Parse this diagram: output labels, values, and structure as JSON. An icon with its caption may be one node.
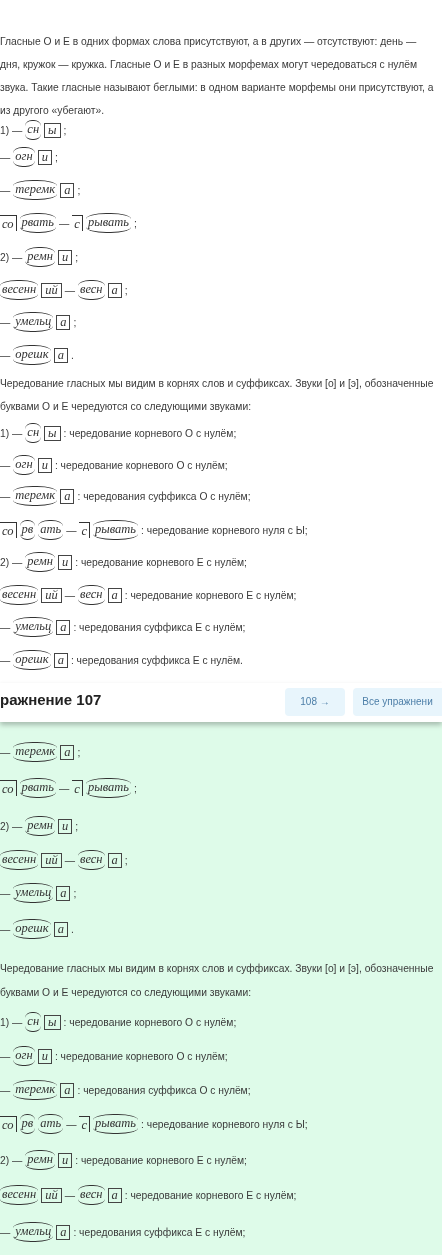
{
  "diagram": {
    "labels": [
      "Гласные О и Е в одних формах слова присутствуют, а в других — отсутствуют: день — дня, кружок — кружка. Гласные О и Е в разных морфемах могут чередоваться с нулём звука. Такие гласные называют беглыми: в одном варианте морфемы они присутствуют, а из другого «убегают».",
      "1) —",
      "сн",
      "ы",
      ";",
      "—",
      "огн",
      "и",
      ";",
      "—",
      "теремк",
      "а",
      ";",
      "со",
      "рвать",
      "—",
      "с",
      "рывать",
      ";",
      "2) —",
      "ремн",
      "и",
      ";",
      "весенн",
      "ий",
      "—",
      "весн",
      "а",
      ";",
      "—",
      "умельц",
      "а",
      ";",
      "—",
      "орешк",
      "а",
      ".",
      "Чередование гласных мы видим в корнях слов и суффиксах. Звуки [о] и [э], обозначенные буквами О и Е чередуются со следующими звуками:",
      "1) —",
      "сн",
      "ы",
      ": чередование корневого О с нулём;",
      "—",
      "огн",
      "и",
      ": чередование корневого О с нулём;",
      "—",
      "теремк",
      "а",
      ": чередования суффикса О с нулём;",
      "со",
      "рв",
      "ать",
      "—",
      "с",
      "рывать",
      ": чередование корневого нуля с Ы;",
      "2) —",
      "ремн",
      "и",
      ": чередование корневого Е с нулём;",
      "весенн",
      "ий",
      "—",
      "весн",
      "а",
      ": чередование корневого Е с нулём;",
      "—",
      "умельц",
      "а",
      ": чередования суффикса Е с нулём;",
      "—",
      "орешк",
      "а",
      ": чередования суффикса Е с нулём.",
      "ражнение 107",
      "108 →",
      "Все упражнени",
      "—",
      "теремк",
      "а",
      ";",
      "со",
      "рвать",
      "—",
      "с",
      "рывать",
      ";",
      "2) —",
      "ремн",
      "и",
      ";",
      "весенн",
      "ий",
      "—",
      "весн",
      "а",
      ";",
      "—",
      "умельц",
      "а",
      ";",
      "—",
      "орешк",
      "а",
      ".",
      "Чередование гласных мы видим в корнях слов и суффиксах. Звуки [о] и [э], обозначенные буквами О и Е чередуются со следующими звуками:",
      "1) —",
      "сн",
      "ы",
      ": чередование корневого О с нулём;",
      "—",
      "огн",
      "и",
      ": чередование корневого О с нулём;",
      "—",
      "теремк",
      "а",
      ": чередования суффикса О с нулём;",
      "со",
      "рв",
      "ать",
      "—",
      "с",
      "рывать",
      ": чередование корневого нуля с Ы;",
      "2) —",
      "ремн",
      "и",
      ": чередование корневого Е с нулём;",
      "весенн",
      "ий",
      "—",
      "весн",
      "а",
      ": чередование корневого Е с нулём;",
      "—",
      "умельц",
      "а",
      ": чередования суффикса Е с нулём;"
    ]
  }
}
